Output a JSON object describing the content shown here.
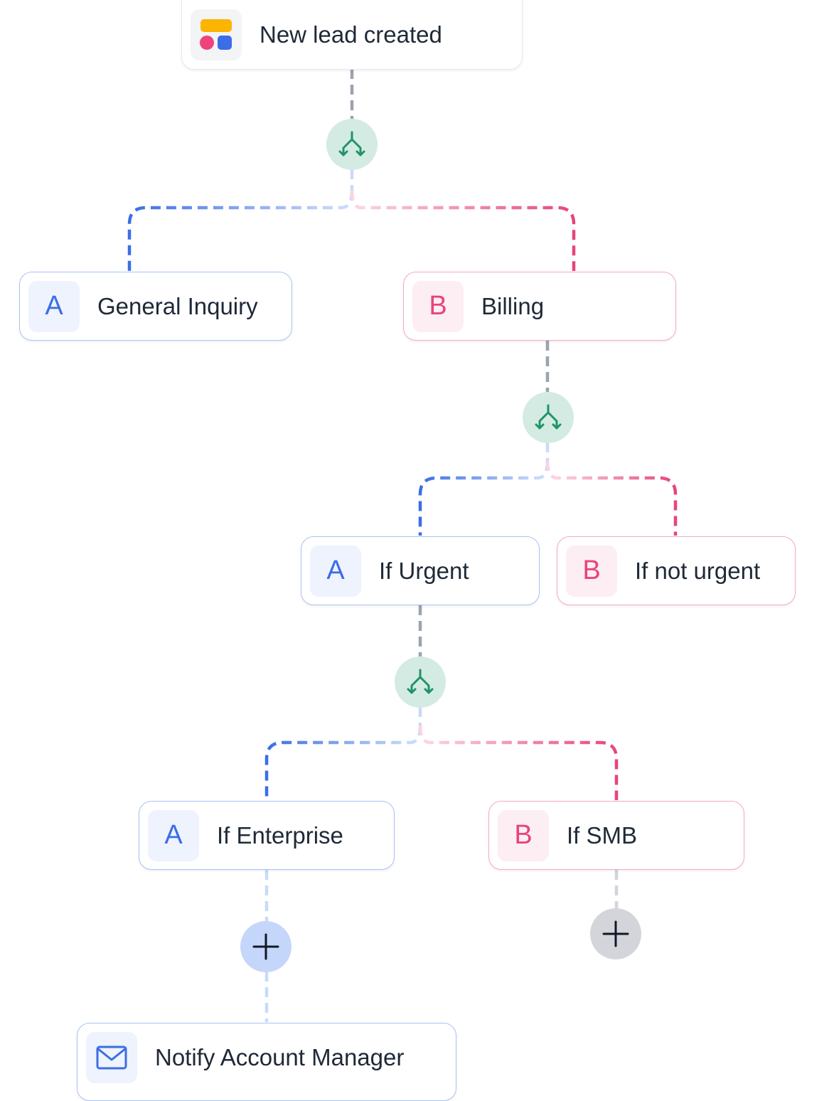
{
  "colors": {
    "branch_a": "#3b6de6",
    "branch_b": "#e8437e",
    "split_green": "#1f9468",
    "connector_gray": "#9ca3af"
  },
  "trigger": {
    "label": "New lead created",
    "icon": "app-blocks-icon"
  },
  "nodes": {
    "general_inquiry": {
      "badge": "A",
      "label": "General Inquiry"
    },
    "billing": {
      "badge": "B",
      "label": "Billing"
    },
    "if_urgent": {
      "badge": "A",
      "label": "If Urgent"
    },
    "if_not_urgent": {
      "badge": "B",
      "label": "If not urgent"
    },
    "if_enterprise": {
      "badge": "A",
      "label": "If Enterprise"
    },
    "if_smb": {
      "badge": "B",
      "label": "If SMB"
    }
  },
  "action": {
    "label": "Notify Account Manager",
    "icon": "mail-icon"
  },
  "icons": {
    "split": "split-path-icon",
    "add": "plus-icon"
  }
}
